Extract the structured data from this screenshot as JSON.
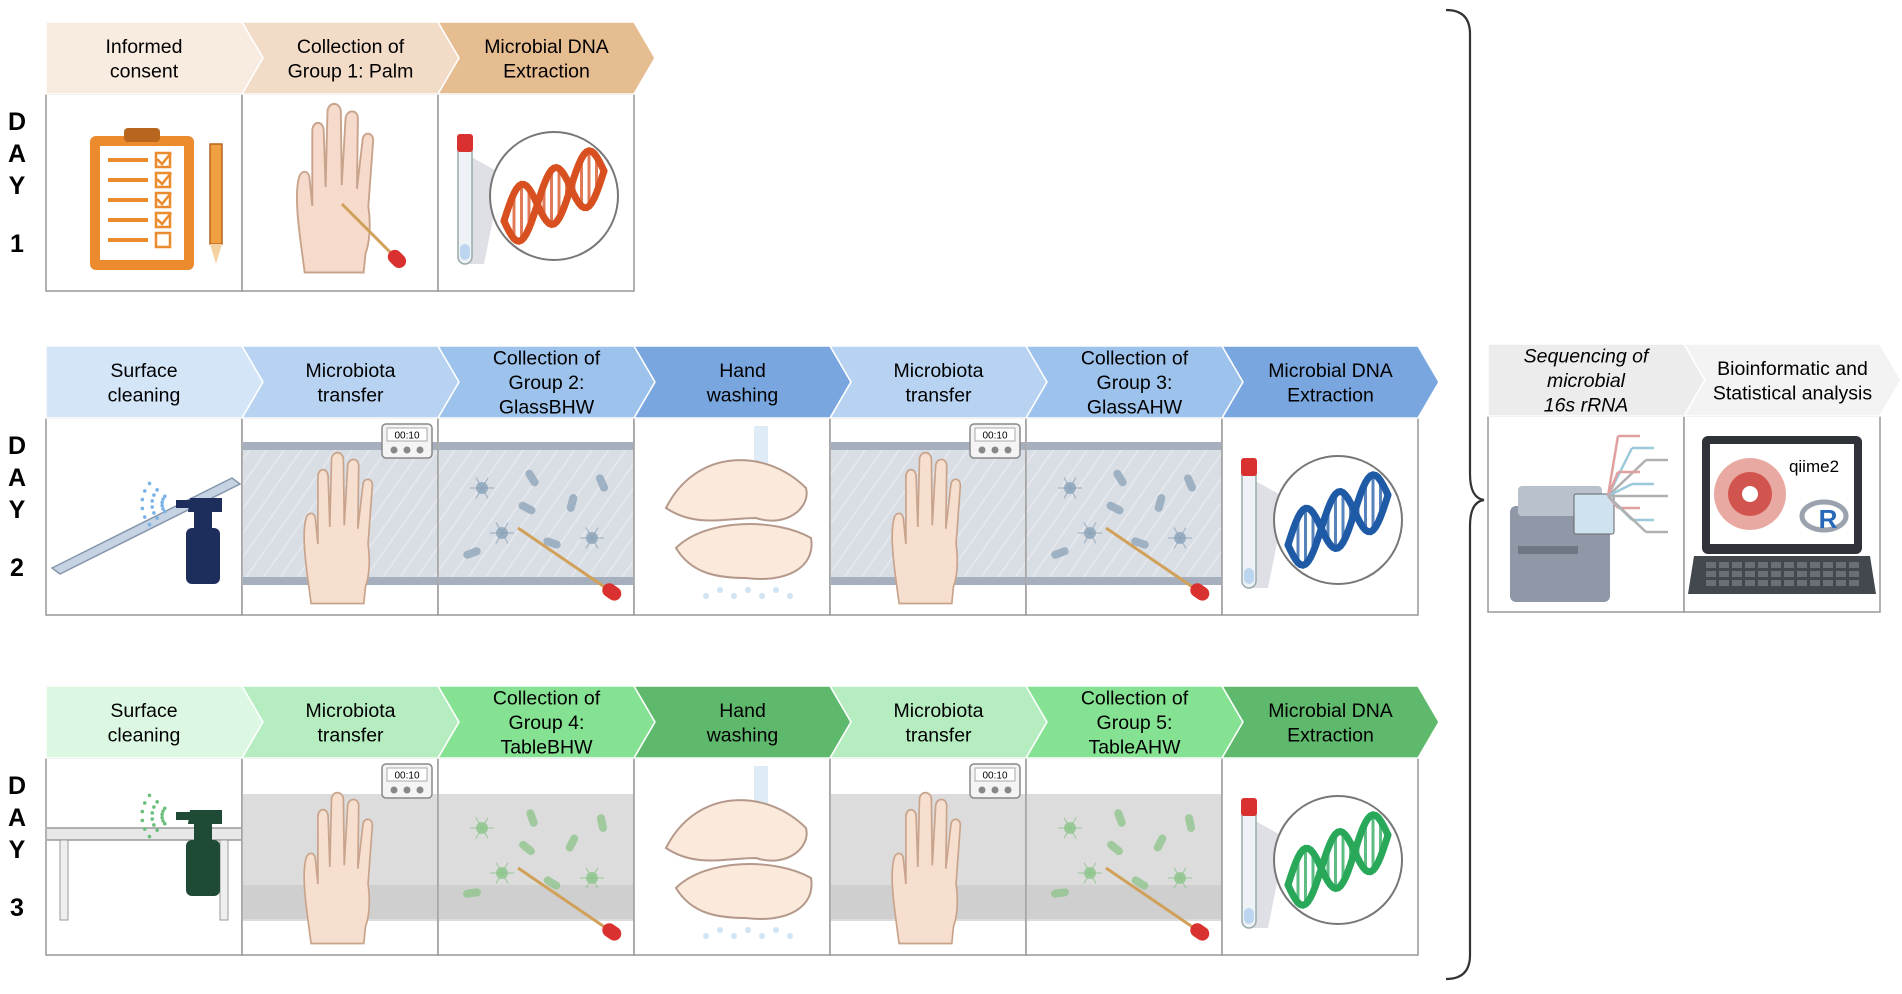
{
  "day_label_letters": [
    "D",
    "A",
    "Y"
  ],
  "days": [
    {
      "number": "1",
      "steps": [
        {
          "lines": [
            "Informed",
            "consent"
          ],
          "illustration": "clipboard-icon"
        },
        {
          "lines": [
            "Collection of",
            "Group 1: Palm"
          ],
          "illustration": "palm-swab-icon"
        },
        {
          "lines": [
            "Microbial DNA",
            "Extraction"
          ],
          "illustration": "dna-tube-icon"
        }
      ]
    },
    {
      "number": "2",
      "steps": [
        {
          "lines": [
            "Surface",
            "cleaning"
          ],
          "illustration": "spray-glass-icon"
        },
        {
          "lines": [
            "Microbiota",
            "transfer"
          ],
          "illustration": "hand-on-glass-icon"
        },
        {
          "lines": [
            "Collection of",
            "Group 2:",
            "GlassBHW"
          ],
          "illustration": "bacteria-glass-swab-icon"
        },
        {
          "lines": [
            "Hand",
            "washing"
          ],
          "illustration": "hand-washing-icon"
        },
        {
          "lines": [
            "Microbiota",
            "transfer"
          ],
          "illustration": "hand-on-glass-icon"
        },
        {
          "lines": [
            "Collection of",
            "Group 3:",
            "GlassAHW"
          ],
          "illustration": "bacteria-glass-swab-icon"
        },
        {
          "lines": [
            "Microbial DNA",
            "Extraction"
          ],
          "illustration": "dna-tube-icon"
        }
      ]
    },
    {
      "number": "3",
      "steps": [
        {
          "lines": [
            "Surface",
            "cleaning"
          ],
          "illustration": "spray-table-icon"
        },
        {
          "lines": [
            "Microbiota",
            "transfer"
          ],
          "illustration": "hand-on-table-icon"
        },
        {
          "lines": [
            "Collection of",
            "Group 4:",
            "TableBHW"
          ],
          "illustration": "bacteria-table-swab-icon"
        },
        {
          "lines": [
            "Hand",
            "washing"
          ],
          "illustration": "hand-washing-icon"
        },
        {
          "lines": [
            "Microbiota",
            "transfer"
          ],
          "illustration": "hand-on-table-icon"
        },
        {
          "lines": [
            "Collection of",
            "Group 5:",
            "TableAHW"
          ],
          "illustration": "bacteria-table-swab-icon"
        },
        {
          "lines": [
            "Microbial DNA",
            "Extraction"
          ],
          "illustration": "dna-tube-icon"
        }
      ]
    }
  ],
  "analysis": {
    "steps": [
      {
        "lines": [
          "Sequencing of",
          "microbial",
          "16s rRNA"
        ],
        "italic": true,
        "illustration": "sequencer-icon"
      },
      {
        "lines": [
          "Bioinformatic and",
          "Statistical analysis"
        ],
        "italic": false,
        "illustration": "laptop-analysis-icon"
      }
    ],
    "laptop_logo_text": "qiime2",
    "laptop_r_text": "R"
  },
  "timer_text": "00:10",
  "colors": {
    "day1": [
      "#f8ebe0",
      "#f2dcc7",
      "#e6bc91"
    ],
    "day2": [
      "#d4e5f8",
      "#b8d3f2",
      "#9dc2ec",
      "#7aa6df",
      "#b8d3f2",
      "#9dc2ec",
      "#7aa6df"
    ],
    "day3": [
      "#dcf8e2",
      "#b5edc0",
      "#86e293",
      "#5fb96c",
      "#b5edc0",
      "#86e293",
      "#5fb96c"
    ],
    "analysis": [
      "#ececec",
      "#f3f3f3"
    ],
    "dna": [
      "#d8501f",
      "#1f5aa6",
      "#29a85a"
    ],
    "clipboard": "#ec8a2e",
    "swab_tip": "#d93030",
    "box_border": "#999999"
  }
}
